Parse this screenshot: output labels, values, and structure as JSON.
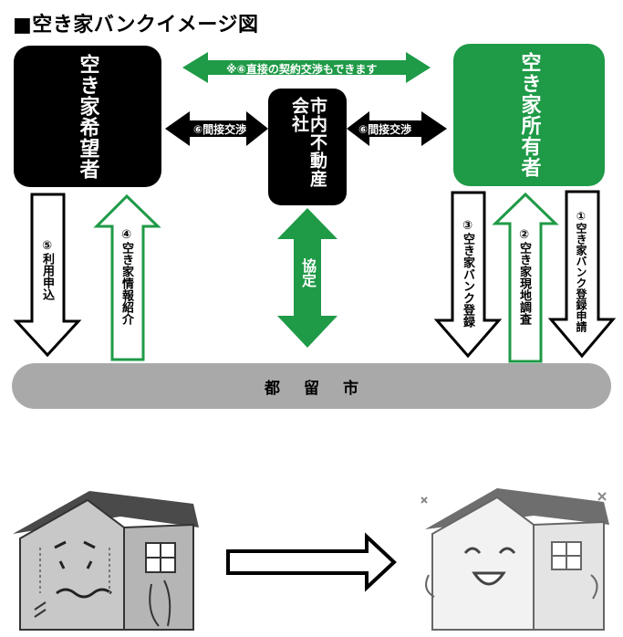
{
  "title": "■空き家バンクイメージ図",
  "nodes": {
    "seeker": "空き家希望者",
    "owner": "空き家所有者",
    "agency": "市内不動産会社",
    "city": "都留市"
  },
  "arrows": {
    "direct": "※⑥直接の契約交渉もできます",
    "indirect_left": "⑥間接交渉",
    "indirect_right": "⑥間接交渉",
    "use_apply": "⑤利用申込",
    "info_intro": "④空き家情報紹介",
    "kyotei": "協定",
    "bank_register": "③空き家バンク登録",
    "site_survey": "②空き家現地調査",
    "register_apply": "①空き家バンク登録申請"
  },
  "colors": {
    "green": "#1f9a47",
    "black": "#000000",
    "gray": "#a9a9a9"
  }
}
